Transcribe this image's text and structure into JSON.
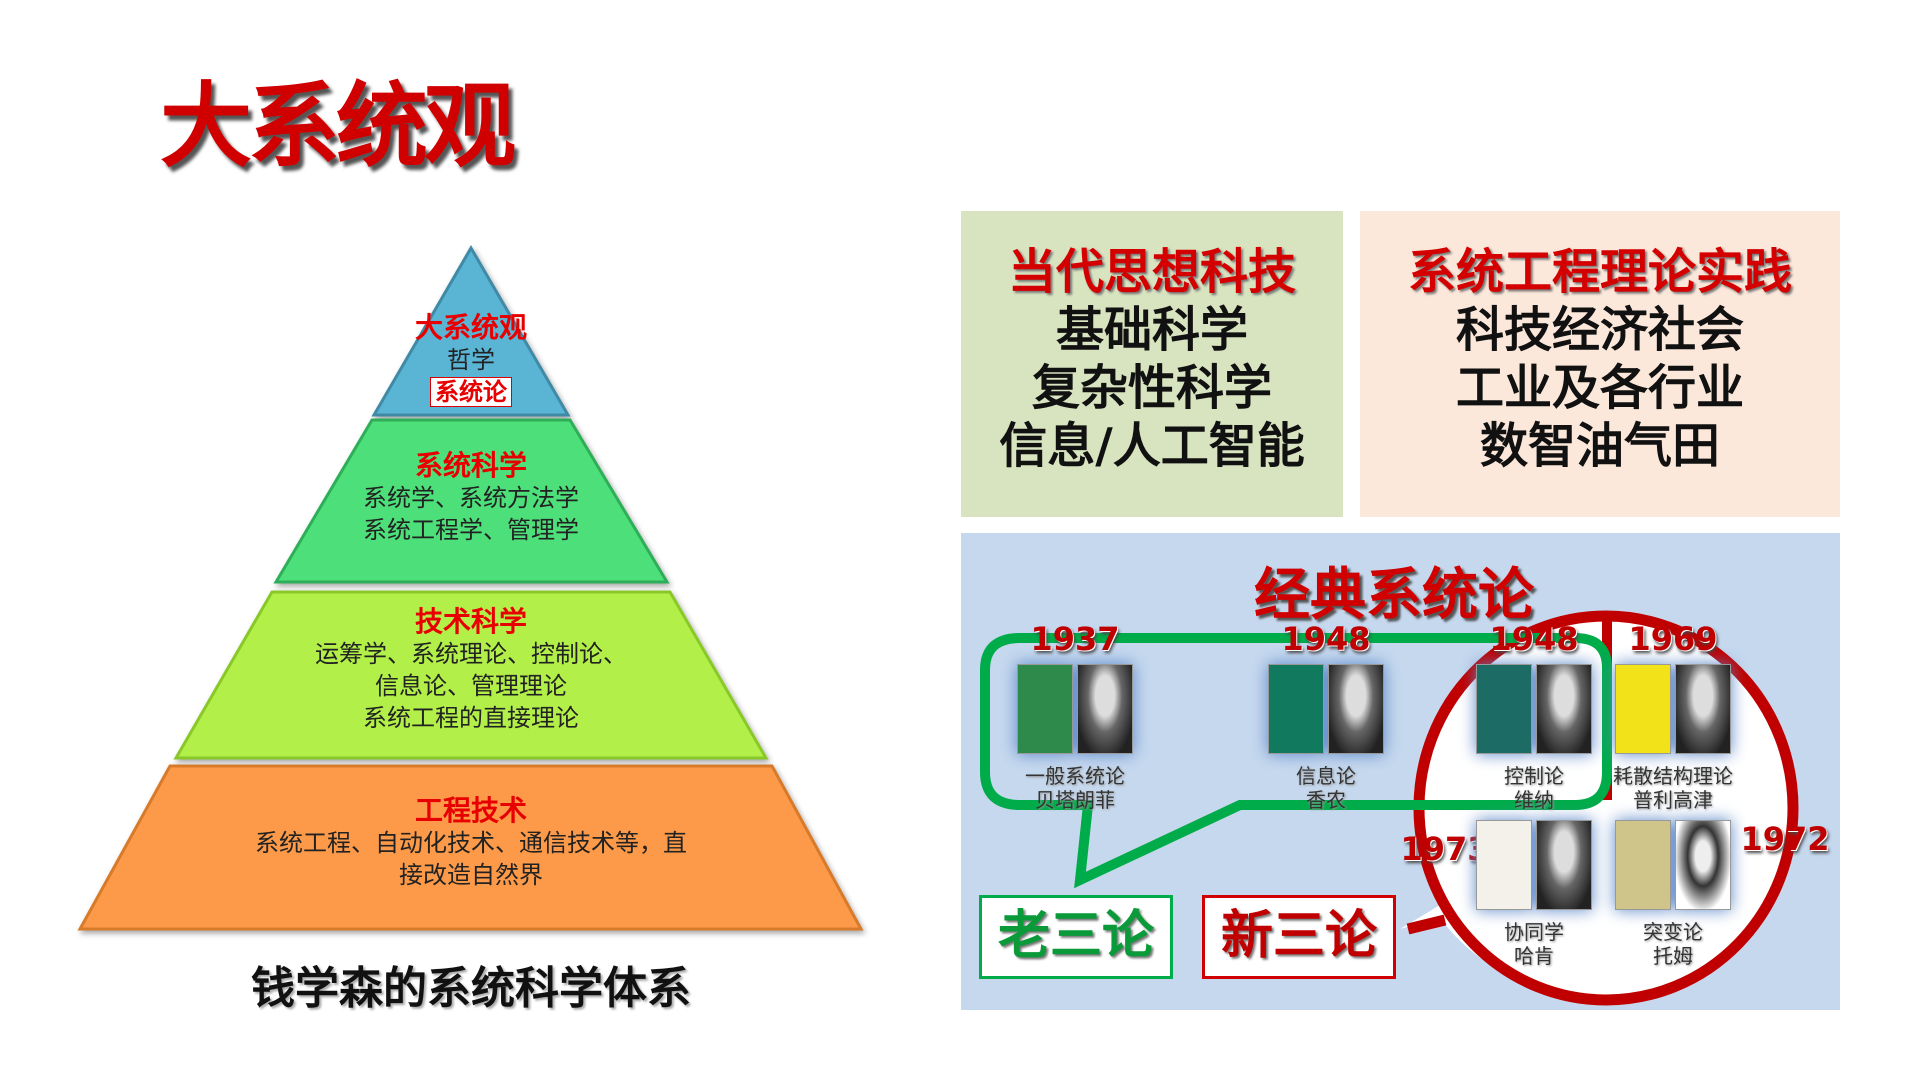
{
  "title": "大系统观",
  "pyramid": {
    "caption": "钱学森的系统科学体系",
    "levels": [
      {
        "heading": "大系统观",
        "lines": [
          "哲学"
        ],
        "badge": "系统论",
        "color": "#5ab4d4"
      },
      {
        "heading": "系统科学",
        "lines": [
          "系统学、系统方法学",
          "系统工程学、管理学"
        ],
        "color": "#4ee07a"
      },
      {
        "heading": "技术科学",
        "lines": [
          "运筹学、系统理论、控制论、",
          "信息论、管理理论",
          "系统工程的直接理论"
        ],
        "color": "#b2f04a"
      },
      {
        "heading": "工程技术",
        "lines": [
          "系统工程、自动化技术、通信技术等，直",
          "接改造自然界"
        ],
        "color": "#fc9a48"
      }
    ]
  },
  "panel_left": {
    "heading": "当代思想科技",
    "lines": [
      "基础科学",
      "复杂性科学",
      "信息/人工智能"
    ],
    "bg": "#d8e4c0"
  },
  "panel_right": {
    "heading": "系统工程理论实践",
    "lines": [
      "科技经济社会",
      "工业及各行业",
      "数智油气田"
    ],
    "bg": "#fce8da"
  },
  "classic": {
    "title": "经典系统论",
    "items": [
      {
        "year": "1937",
        "name": "一般系统论",
        "person": "贝塔朗菲",
        "cover": "#2e8a4a"
      },
      {
        "year": "1948",
        "name": "信息论",
        "person": "香农",
        "cover": "#117a5e"
      },
      {
        "year": "1948",
        "name": "控制论",
        "person": "维纳",
        "cover": "#1c6b64"
      },
      {
        "year": "1969",
        "name": "耗散结构理论",
        "person": "普利高津",
        "cover": "#f2e21a"
      },
      {
        "year": "1973",
        "name": "协同学",
        "person": "哈肯",
        "cover": "#f4f0ea"
      },
      {
        "year": "1972",
        "name": "突变论",
        "person": "托姆",
        "cover": "#cfc58a"
      }
    ],
    "old_label": "老三论",
    "new_label": "新三论"
  }
}
